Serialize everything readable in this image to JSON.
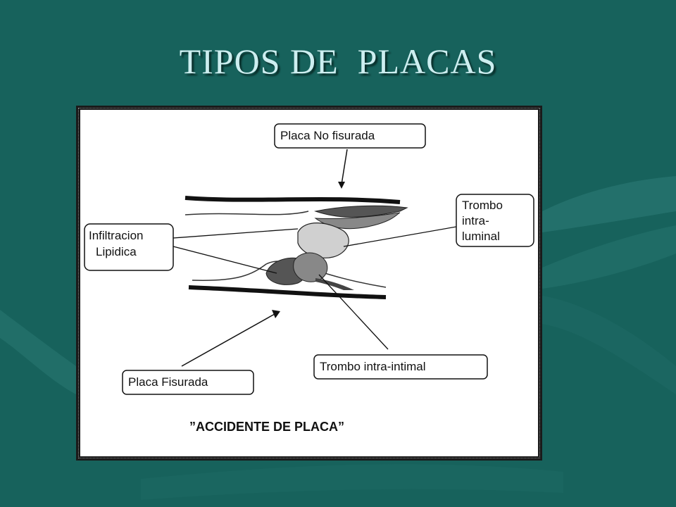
{
  "slide": {
    "title": "TIPOS DE  PLACAS",
    "title_color": "#cdeef0",
    "background_color": "#17625c"
  },
  "figure": {
    "labels": {
      "placa_no_fisurada": "Placa No fisurada",
      "trombo_intraluminal_1": "Trombo",
      "trombo_intraluminal_2": "intra-",
      "trombo_intraluminal_3": "luminal",
      "infiltracion_1": "Infiltracion",
      "infiltracion_2": "Lipidica",
      "trombo_intraintimal": "Trombo intra-intimal",
      "placa_fisurada": "Placa Fisurada"
    },
    "caption": "”ACCIDENTE DE PLACA”"
  }
}
